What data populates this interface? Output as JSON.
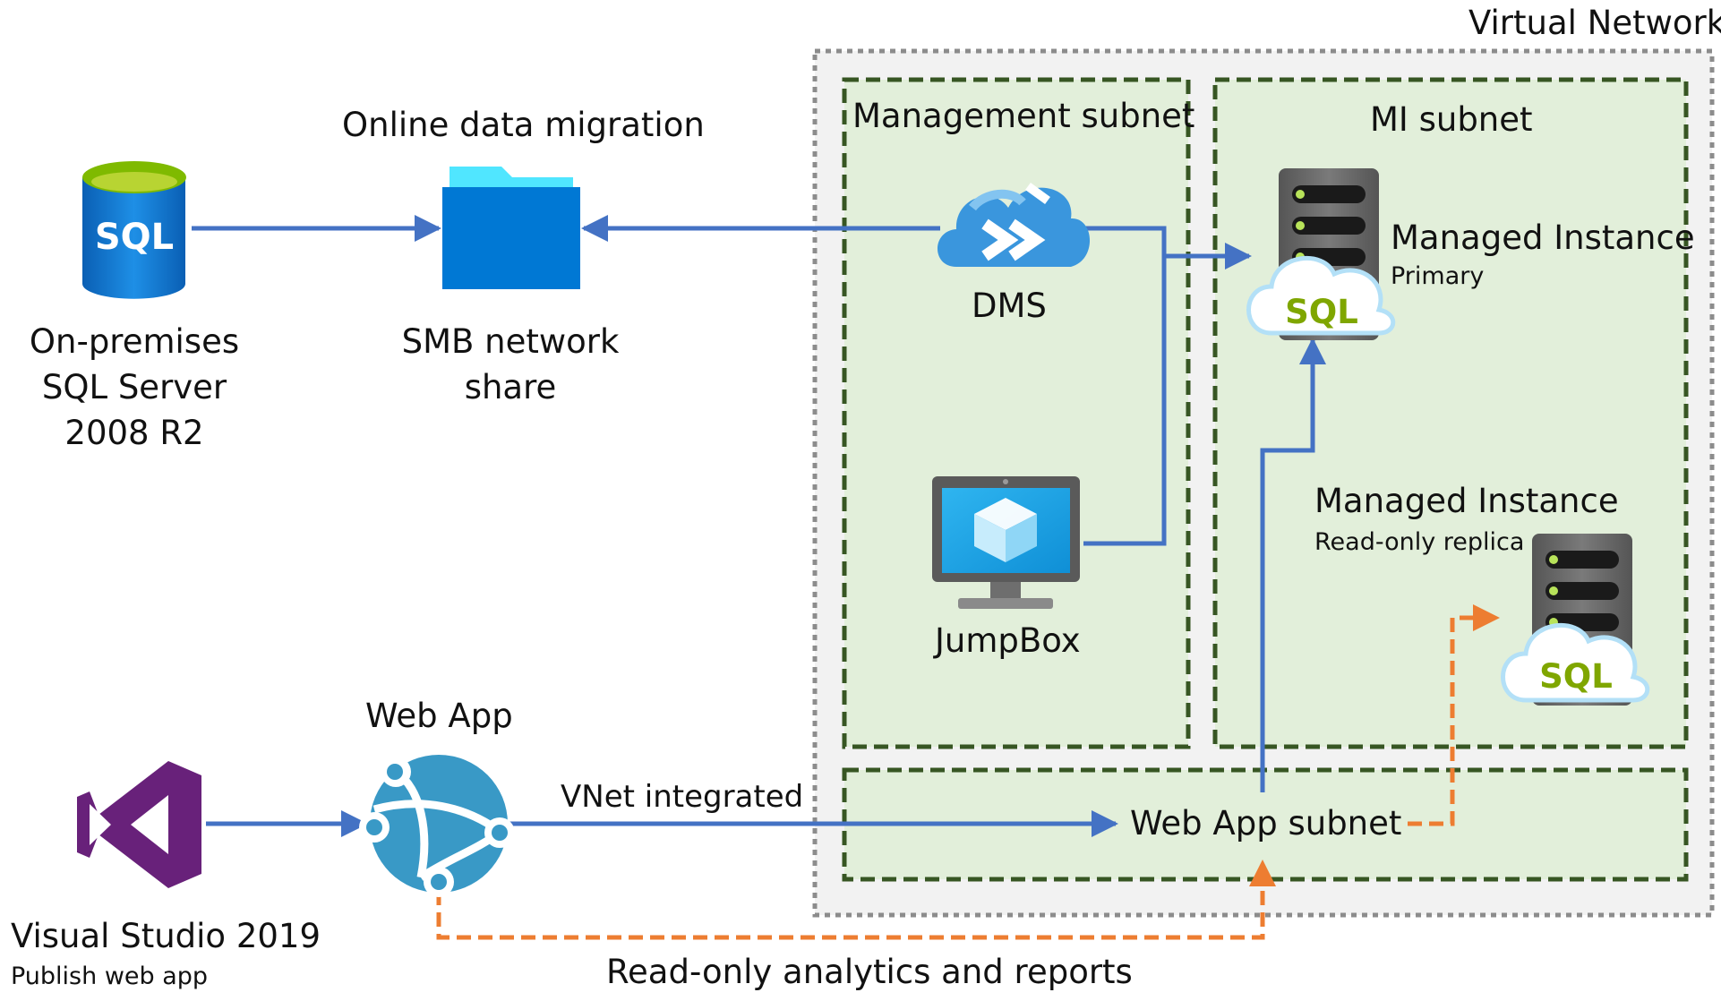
{
  "vnet": {
    "label": "Virtual Network"
  },
  "subnets": {
    "management": "Management subnet",
    "mi": "MI subnet",
    "webapp": "Web App subnet"
  },
  "nodes": {
    "onprem": {
      "lines": [
        "On-premises",
        "SQL Server",
        "2008 R2"
      ],
      "icon": "sql-database-icon"
    },
    "smb": {
      "title": "Online data migration",
      "lines": [
        "SMB network",
        "share"
      ],
      "icon": "folder-icon"
    },
    "dms": {
      "label": "DMS",
      "icon": "dms-cloud-icon"
    },
    "jumpbox": {
      "label": "JumpBox",
      "icon": "monitor-vm-icon"
    },
    "mi_primary": {
      "title": "Managed Instance",
      "subtitle": "Primary",
      "icon": "sql-managed-instance-icon"
    },
    "mi_replica": {
      "title": "Managed Instance",
      "subtitle": "Read-only replica",
      "icon": "sql-managed-instance-icon"
    },
    "webapp": {
      "label": "Web App",
      "icon": "web-app-globe-icon"
    },
    "vs": {
      "title": "Visual Studio 2019",
      "subtitle": "Publish web app",
      "icon": "visual-studio-icon"
    }
  },
  "edges": {
    "vnet_integrated": "VNet integrated",
    "read_only": "Read-only analytics and reports"
  },
  "colors": {
    "arrow_blue": "#4472c4",
    "arrow_orange": "#ed7d31",
    "subnet_fill": "#e2efda",
    "subnet_border": "#375623",
    "vnet_fill": "#f2f2f2",
    "vnet_border": "#8c8c8c",
    "sql_green": "#7fba00",
    "azure_blue": "#0078d4",
    "vs_purple": "#68217a"
  }
}
